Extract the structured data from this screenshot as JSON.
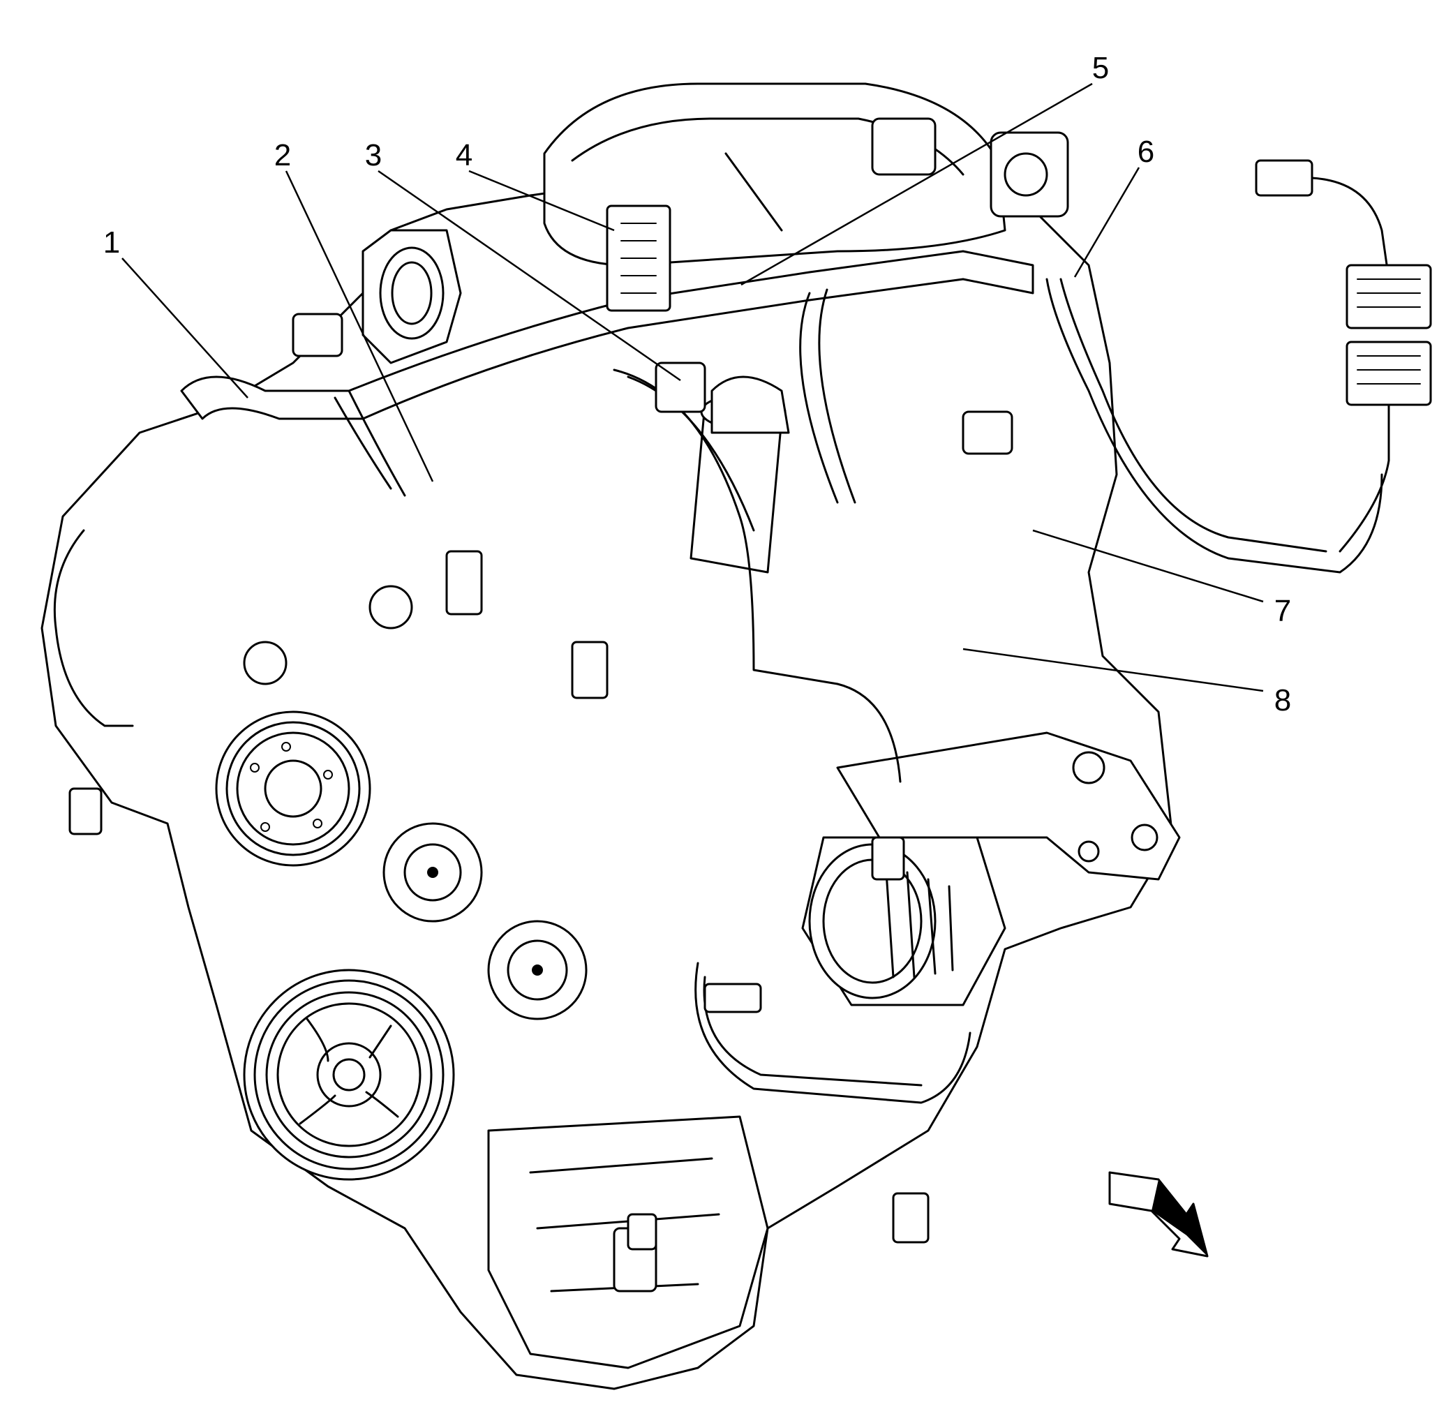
{
  "diagram": {
    "callouts": [
      {
        "id": "1",
        "label": "1"
      },
      {
        "id": "2",
        "label": "2"
      },
      {
        "id": "3",
        "label": "3"
      },
      {
        "id": "4",
        "label": "4"
      },
      {
        "id": "5",
        "label": "5"
      },
      {
        "id": "6",
        "label": "6"
      },
      {
        "id": "7",
        "label": "7"
      },
      {
        "id": "8",
        "label": "8"
      }
    ],
    "direction_arrow_icon": "front-direction-arrow-icon"
  }
}
